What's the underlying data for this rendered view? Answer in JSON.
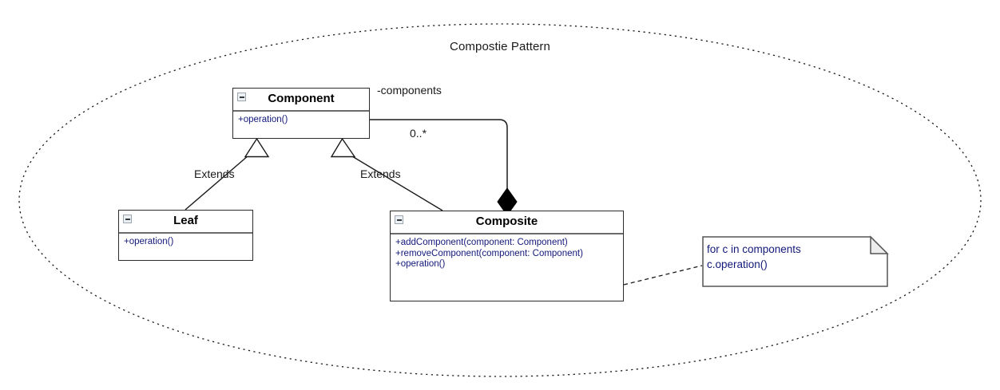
{
  "diagram": {
    "title": "Compostie Pattern",
    "boundary_shape": "dotted-ellipse",
    "colors": {
      "stroke": "#2b2b2b",
      "member_text": "#12187a",
      "title_text": "#1a1a1a",
      "note_fold": "#ededed",
      "collapse_icon_border": "#9aa5b1"
    }
  },
  "classes": [
    {
      "id": "component",
      "name": "Component",
      "collapse_icon": "minus-box-icon",
      "members": [
        "+operation()"
      ]
    },
    {
      "id": "leaf",
      "name": "Leaf",
      "collapse_icon": "minus-box-icon",
      "members": [
        "+operation()"
      ]
    },
    {
      "id": "composite",
      "name": "Composite",
      "collapse_icon": "minus-box-icon",
      "members": [
        "+addComponent(component: Component)",
        "+removeComponent(component: Component)",
        "+operation()"
      ]
    }
  ],
  "note": {
    "line1": "for c in components",
    "line2": " c.operation()"
  },
  "edges": {
    "role_name": "-components",
    "multiplicity": "0..*",
    "extends_left": "Extends",
    "extends_right": "Extends"
  }
}
